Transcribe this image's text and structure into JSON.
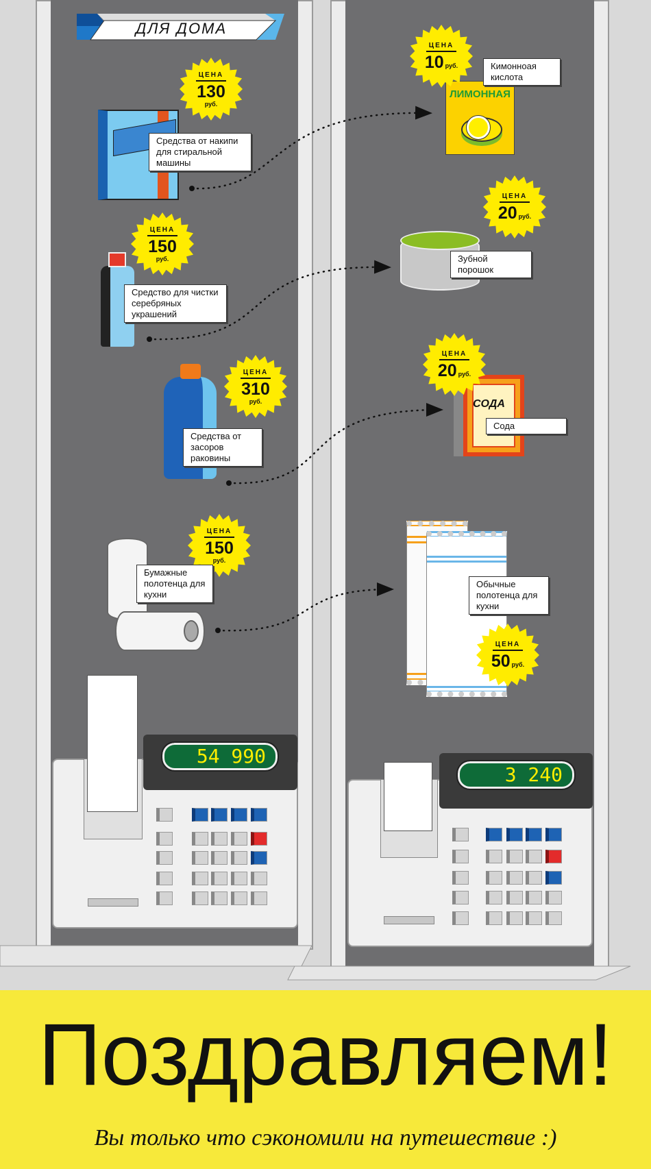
{
  "section_title": "ДЛЯ ДОМА",
  "price_word": "ЦЕНА",
  "currency": "руб.",
  "left_items": [
    {
      "label": "Средства от накипи для стиральной машины",
      "price": "130"
    },
    {
      "label": "Средство для чистки серебряных украшений",
      "price": "150"
    },
    {
      "label": "Средства от засоров раковины",
      "price": "310"
    },
    {
      "label": "Бумажные полотенца для кухни",
      "price": "150"
    }
  ],
  "right_items": [
    {
      "label": "Кимонноая кислота",
      "price": "10",
      "package_text": "ЛИМОННАЯ"
    },
    {
      "label": "Зубной порошок",
      "price": "20"
    },
    {
      "label": "Сода",
      "price": "20",
      "package_text": "СОДА"
    },
    {
      "label": "Обычные полотенца для кухни",
      "price": "50"
    }
  ],
  "registers": {
    "left_total": "54 990",
    "right_total": "3 240"
  },
  "footer": {
    "title": "Поздравляем!",
    "subtitle": "Вы только что сэкономили на путешествие :)"
  },
  "colors": {
    "banner": "#f7e93a",
    "panel": "#6e6e70",
    "price_tag": "#ffec00"
  }
}
